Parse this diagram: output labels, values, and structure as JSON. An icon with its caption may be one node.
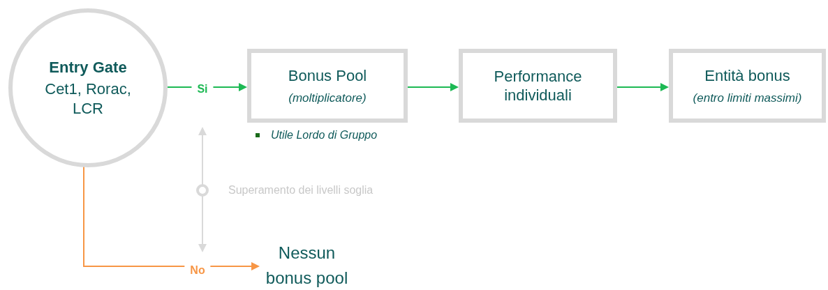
{
  "diagram": {
    "nodes": [
      {
        "text": [
          "Entry Gate",
          "Cet1, Rorac, LCR"
        ]
      },
      {
        "text": [
          "Bonus Pool",
          "(moltiplicatore)"
        ],
        "beside": [
          "Utile Lordo di Gruppo"
        ]
      },
      {
        "text": [
          "Performance individuali"
        ]
      },
      {
        "text": [
          "Entità bonus",
          "(entro limiti massimi)"
        ]
      },
      {
        "text": [
          "Nessun bonus pool"
        ]
      }
    ],
    "edges": [
      {
        "from": 0,
        "to": 1,
        "arrow": "to",
        "label": "Si"
      },
      {
        "from": 1,
        "to": 2,
        "arrow": "to"
      },
      {
        "from": 2,
        "to": 3,
        "arrow": "to"
      },
      {
        "from": 0,
        "to": 4,
        "arrow": "to",
        "label": "No",
        "color": "#f79646"
      }
    ],
    "labels": [
      "Superamento dei livelli soglia"
    ]
  }
}
